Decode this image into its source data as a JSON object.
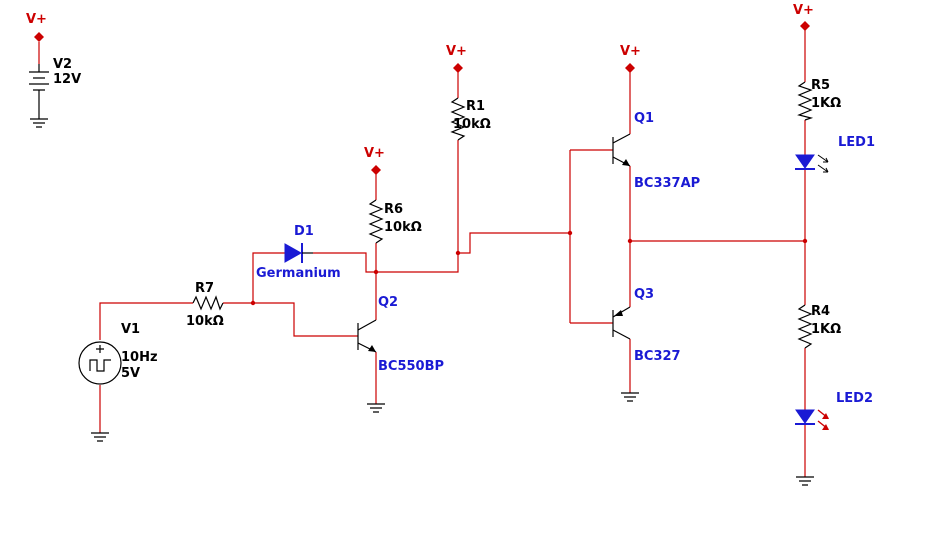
{
  "colors": {
    "wire": "#cc0000",
    "component": "#000000",
    "part_label": "#1a1ad4",
    "supply_label": "#cc0000",
    "led_arrow_lit": "#cc0000",
    "led_arrow_unlit": "#000000",
    "background": "#ffffff"
  },
  "supplies": {
    "v2": "V+",
    "r1": "V+",
    "r6": "V+",
    "q1": "V+",
    "r5": "V+"
  },
  "v2": {
    "name": "V2",
    "value": "12V"
  },
  "v1": {
    "name": "V1",
    "freq": "10Hz",
    "amp": "5V"
  },
  "r7": {
    "name": "R7",
    "value": "10kΩ"
  },
  "d1": {
    "name": "D1",
    "type": "Germanium"
  },
  "r6": {
    "name": "R6",
    "value": "10kΩ"
  },
  "q2": {
    "name": "Q2",
    "model": "BC550BP"
  },
  "r1": {
    "name": "R1",
    "value": "10kΩ"
  },
  "q1": {
    "name": "Q1",
    "model": "BC337AP"
  },
  "q3": {
    "name": "Q3",
    "model": "BC327"
  },
  "r5": {
    "name": "R5",
    "value": "1KΩ"
  },
  "led1": {
    "name": "LED1"
  },
  "r4": {
    "name": "R4",
    "value": "1KΩ"
  },
  "led2": {
    "name": "LED2"
  }
}
